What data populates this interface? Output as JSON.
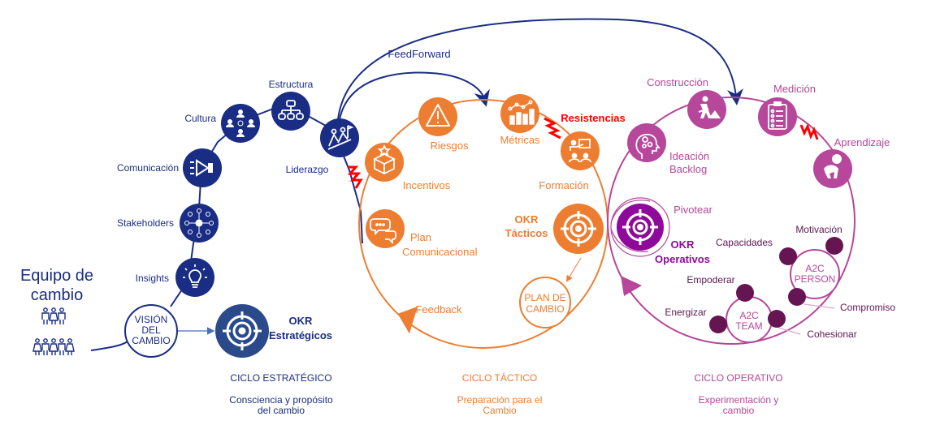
{
  "colors": {
    "strategic": "#1a2d84",
    "tactical": "#ed7d31",
    "operational": "#b6479a",
    "okr_operational": "#8e0a9a",
    "a2c_nodes": "#651552",
    "resistance": "#ff0000"
  },
  "team": {
    "title_line1": "Equipo de",
    "title_line2": "cambio",
    "icon": "people-group-icon"
  },
  "strategic": {
    "vision_line1": "VISIÓN",
    "vision_line2": "DEL",
    "vision_line3": "CAMBIO",
    "okr_line1": "OKR",
    "okr_line2": "Estratégicos",
    "nodes": [
      {
        "label": "Insights",
        "icon": "lightbulb-icon"
      },
      {
        "label": "Stakeholders",
        "icon": "network-people-icon"
      },
      {
        "label": "Comunicación",
        "icon": "megaphone-icon"
      },
      {
        "label": "Cultura",
        "icon": "team-idea-icon"
      },
      {
        "label": "Estructura",
        "icon": "org-chart-icon"
      },
      {
        "label": "Liderazgo",
        "icon": "climbing-team-icon"
      }
    ],
    "footer_title": "CICLO ESTRATÉGICO",
    "footer_sub1": "Consciencia y propósito",
    "footer_sub2": "del cambio"
  },
  "feedforward": {
    "label": "FeedForward"
  },
  "tactical": {
    "nodes": [
      {
        "label": "Incentivos",
        "icon": "gift-box-icon"
      },
      {
        "label": "Riesgos",
        "icon": "warning-icon"
      },
      {
        "label": "Métricas",
        "icon": "bar-chart-icon"
      },
      {
        "label": "Formación",
        "icon": "training-icon"
      },
      {
        "label_line1": "Plan",
        "label_line2": "Comunicacional",
        "icon": "chat-bubbles-icon"
      }
    ],
    "okr_line1": "OKR",
    "okr_line2": "Tácticos",
    "plan_line1": "PLAN DE",
    "plan_line2": "CAMBIO",
    "feedback": "Feedback",
    "resistance": "Resistencias",
    "footer_title": "CICLO TÁCTICO",
    "footer_sub1": "Preparación para el",
    "footer_sub2": "Cambio"
  },
  "operational": {
    "nodes": [
      {
        "label_line1": "Ideación",
        "label_line2": "Backlog",
        "icon": "head-gears-icon"
      },
      {
        "label": "Construcción",
        "icon": "construction-worker-icon"
      },
      {
        "label": "Medición",
        "icon": "clipboard-checklist-icon"
      },
      {
        "label": "Aprendizaje",
        "icon": "crawling-baby-icon"
      }
    ],
    "pivot": "Pivotear",
    "okr_line1": "OKR",
    "okr_line2": "Operativos",
    "a2c_person_line1": "A2C",
    "a2c_person_line2": "PERSON",
    "a2c_team_line1": "A2C",
    "a2c_team_line2": "TEAM",
    "person_factors": [
      "Capacidades",
      "Motivación",
      "Compromiso"
    ],
    "team_factors": [
      "Empoderar",
      "Energizar",
      "Cohesionar"
    ],
    "footer_title": "CICLO OPERATIVO",
    "footer_sub1": "Experimentación y",
    "footer_sub2": "cambio"
  }
}
